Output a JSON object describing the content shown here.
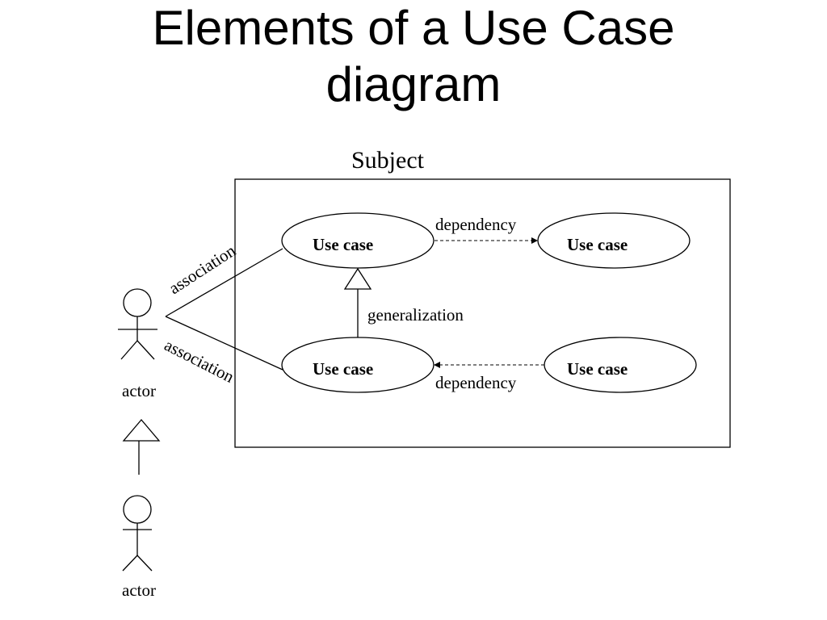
{
  "title": {
    "line1": "Elements of a Use Case",
    "line2": "diagram"
  },
  "diagram": {
    "subject_label": "Subject",
    "use_cases": [
      {
        "label": "Use case"
      },
      {
        "label": "Use case"
      },
      {
        "label": "Use case"
      },
      {
        "label": "Use case"
      }
    ],
    "actors": [
      {
        "label": "actor"
      },
      {
        "label": "actor"
      }
    ],
    "relations": {
      "association_top": "association",
      "association_bottom": "association",
      "dependency_top": "dependency",
      "dependency_bottom": "dependency",
      "generalization": "generalization"
    }
  }
}
